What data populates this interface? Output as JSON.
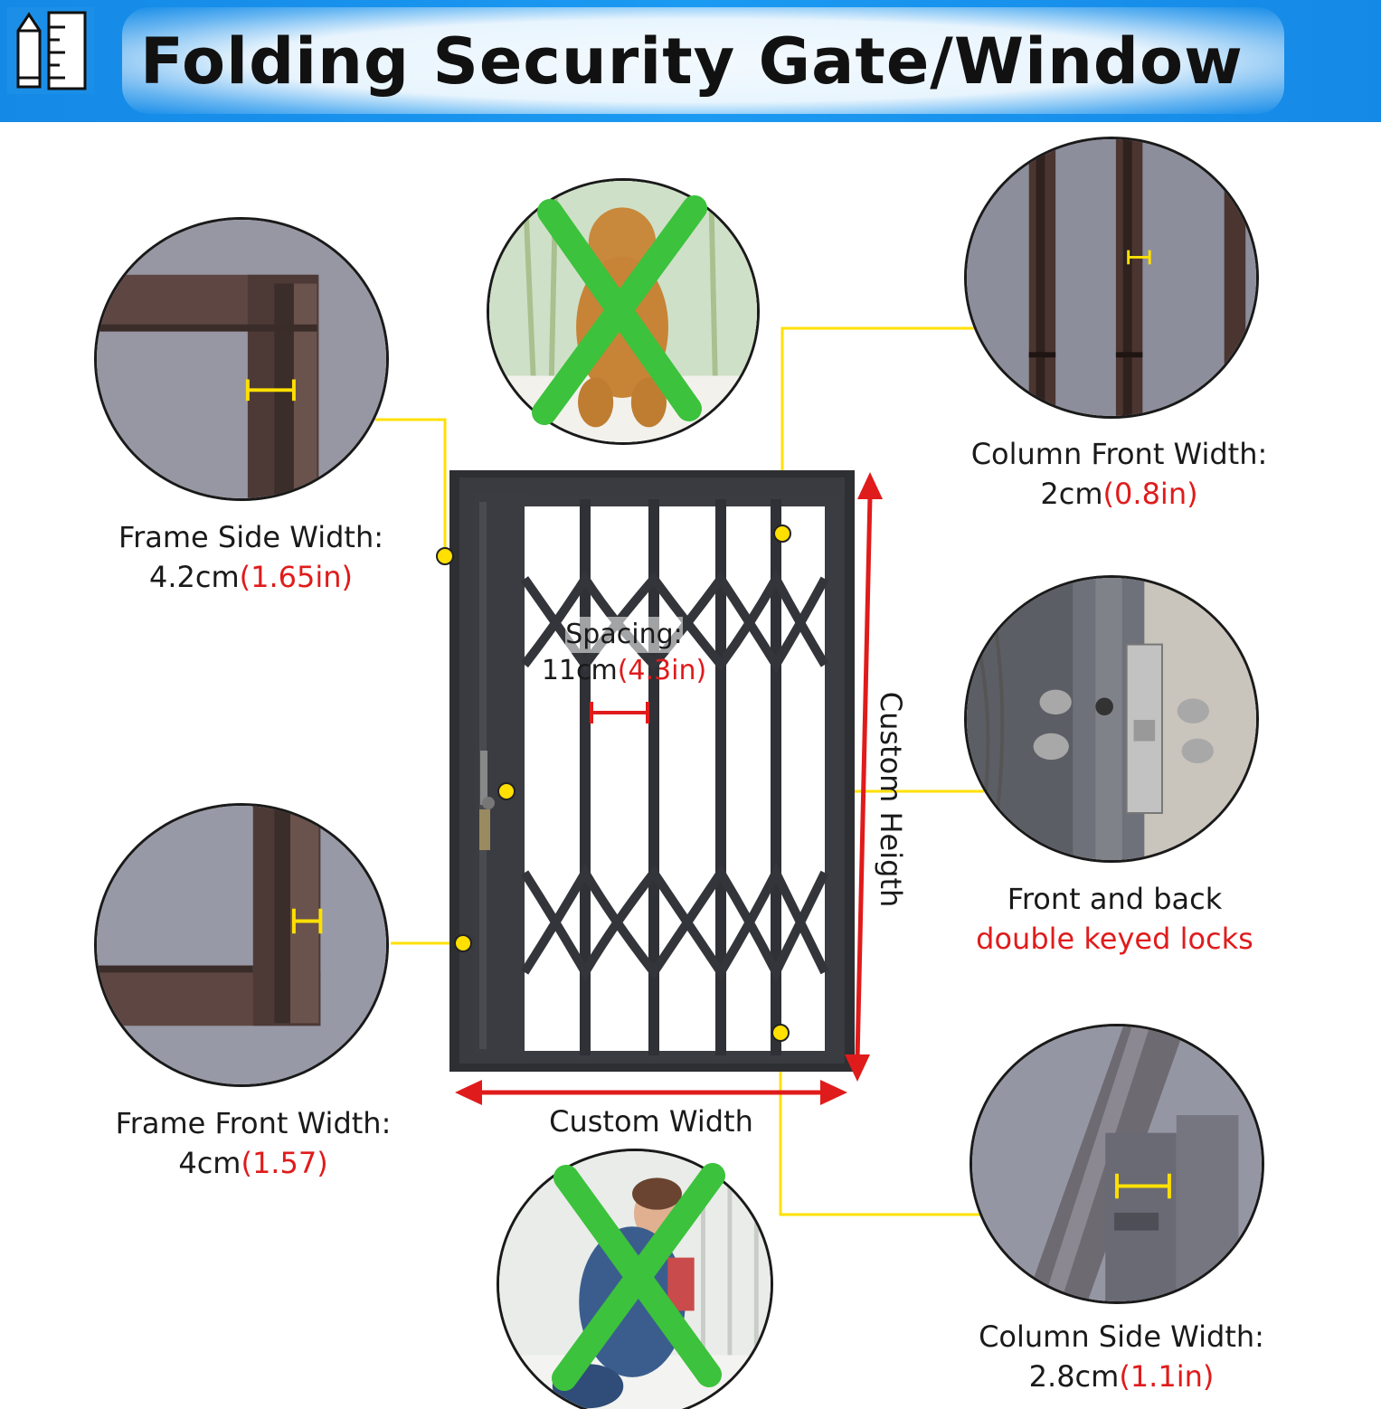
{
  "header": {
    "title": "Folding Security Gate/Window",
    "logo_icon": "pencil-ruler-logo-icon"
  },
  "specs": {
    "frame_side": {
      "label": "Frame Side Width:",
      "metric": "4.2cm",
      "imperial": "(1.65in)"
    },
    "frame_front": {
      "label": "Frame Front Width:",
      "metric": "4cm",
      "imperial": "(1.57)"
    },
    "column_front": {
      "label": "Column Front Width:",
      "metric": "2cm",
      "imperial": "(0.8in)"
    },
    "column_side": {
      "label": "Column Side Width:",
      "metric": "2.8cm",
      "imperial": "(1.1in)"
    },
    "spacing": {
      "label": "Spacing:",
      "metric": "11cm",
      "imperial": "(4.3in)"
    },
    "locks": {
      "line1": "Front and back",
      "line2": "double keyed locks"
    }
  },
  "dimensions": {
    "width_label": "Custom Width",
    "height_label": "Custom Heigth"
  },
  "colors": {
    "banner_blue": "#1a93ee",
    "callout_yellow": "#ffe000",
    "arrow_red": "#e01b1b",
    "cross_green": "#3cc23c",
    "imperial_red": "#e01b1b"
  }
}
